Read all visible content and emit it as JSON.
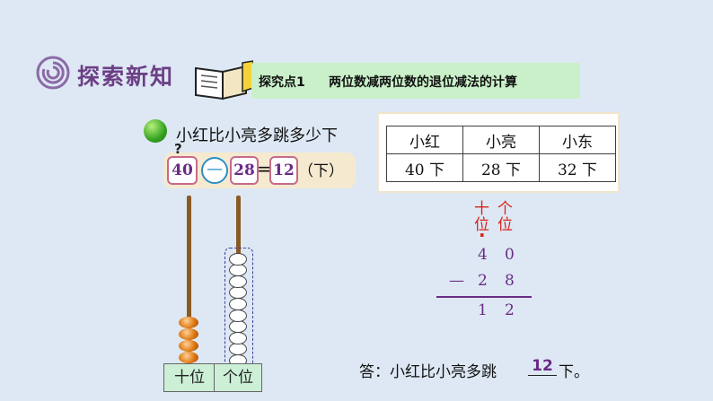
{
  "header": {
    "title": "探索新知"
  },
  "banner": {
    "label": "探究点1",
    "title": "两位数减两位数的退位减法的计算"
  },
  "question": {
    "text": "小红比小亮多跳多少下"
  },
  "equation": {
    "a": "40",
    "op": "—",
    "b": "28",
    "equals": "=",
    "result": "12",
    "unit": "（下）",
    "marker": "?"
  },
  "table": {
    "headers": [
      "小红",
      "小亮",
      "小东"
    ],
    "values": [
      "40 下",
      "28 下",
      "32 下"
    ]
  },
  "vertical_calc": {
    "tens_label": "十\n位",
    "ones_label": "个\n位",
    "tens_char_top": "十",
    "tens_char_bottom": "位",
    "ones_char_top": "个",
    "ones_char_bottom": "位",
    "borrow_dot": "·",
    "row1": [
      "4",
      "0"
    ],
    "row2": [
      "2",
      "8"
    ],
    "minus": "—",
    "result": [
      "1",
      "2"
    ]
  },
  "abacus": {
    "tens_label": "十位",
    "ones_label": "个位",
    "tens_beads": 4,
    "ones_beads": 10
  },
  "answer": {
    "prefix": "答：小红比小亮多跳",
    "value": "12",
    "suffix": "下。"
  },
  "colors": {
    "background": "#dde8f4",
    "title": "#6c3f86",
    "banner": "#c9f0c9",
    "accent_purple": "#6a2b86",
    "accent_red": "#d9231b"
  }
}
